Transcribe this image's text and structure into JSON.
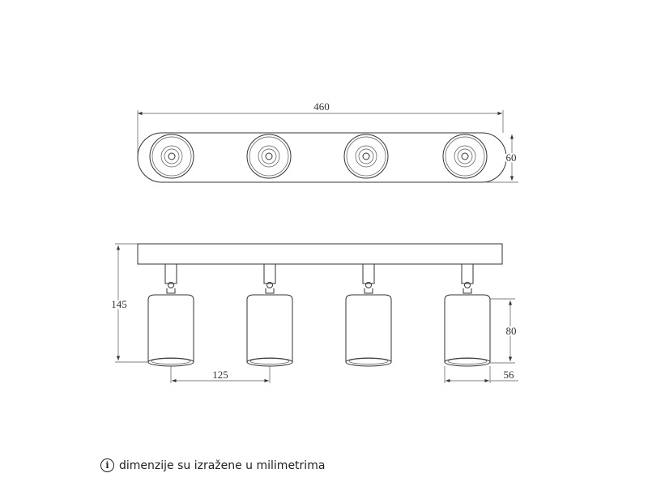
{
  "dimensions": {
    "length": "460",
    "depth": "60",
    "height": "145",
    "spacing": "125",
    "spot_height": "80",
    "spot_diameter": "56"
  },
  "caption": {
    "icon": "info-icon",
    "icon_glyph": "i",
    "text": "dimenzije su izražene u milimetrima"
  }
}
